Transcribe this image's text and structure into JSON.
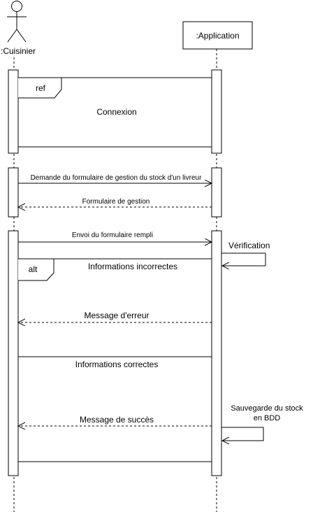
{
  "participants": {
    "actor": ":Cuisinier",
    "system": ":Application"
  },
  "ref_fragment": {
    "operator": "ref",
    "label": "Connexion"
  },
  "messages": {
    "request_form": "Demande du formulaire de gestion du stock d'un livreur",
    "form_returned": "Formulaire de gestion",
    "send_form": "Envoi du formulaire rempli",
    "verification": "Vérification",
    "error_message": "Message d'erreur",
    "save_line1": "Sauvegarde du stock",
    "save_line2": "en BDD",
    "success_message": "Message de succès"
  },
  "alt_fragment": {
    "operator": "alt",
    "guard_incorrect": "Informations incorrectes",
    "guard_correct": "Informations correctes"
  }
}
